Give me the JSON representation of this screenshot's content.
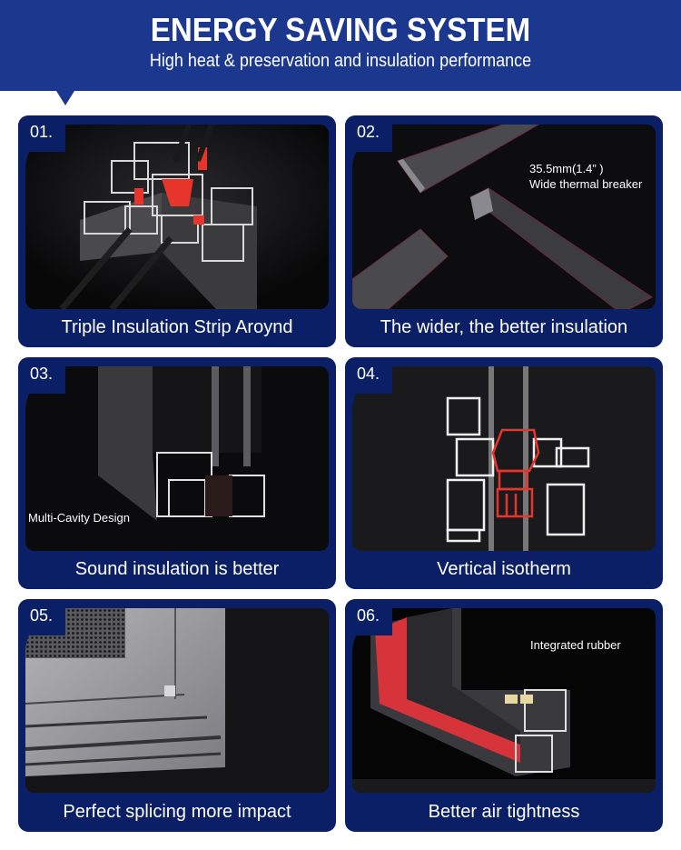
{
  "header": {
    "title": "ENERGY SAVING SYSTEM",
    "subtitle": "High heat & preservation and insulation performance",
    "background_color": "#1b388e"
  },
  "cards": [
    {
      "number": "01.",
      "caption": "Triple Insulation Strip Aroynd",
      "image_description": "Cross-section of aluminum window profile with red insulation strips"
    },
    {
      "number": "02.",
      "caption": "The wider, the better insulation",
      "annotation_line1": "35.5mm(1.4”  )",
      "annotation_line2": "Wide thermal breaker",
      "image_description": "Thermal breaker strips on dark background"
    },
    {
      "number": "03.",
      "caption": "Sound insulation is better",
      "annotation": "Multi-Cavity Design",
      "image_description": "Window frame with multi-cavity profile cross-section"
    },
    {
      "number": "04.",
      "caption": "Vertical isotherm",
      "image_description": "White profile outline diagram with red isotherm region"
    },
    {
      "number": "05.",
      "caption": "Perfect splicing more impact",
      "image_description": "Corner of a silver frame with mesh screen"
    },
    {
      "number": "06.",
      "caption": "Better air tightness",
      "annotation": "Integrated rubber",
      "image_description": "Window frame corner with red highlighted integrated rubber seal"
    }
  ],
  "colors": {
    "card_background": "#0b1f66",
    "image_background": "#0c0c0e",
    "accent_red": "#e8352b"
  }
}
